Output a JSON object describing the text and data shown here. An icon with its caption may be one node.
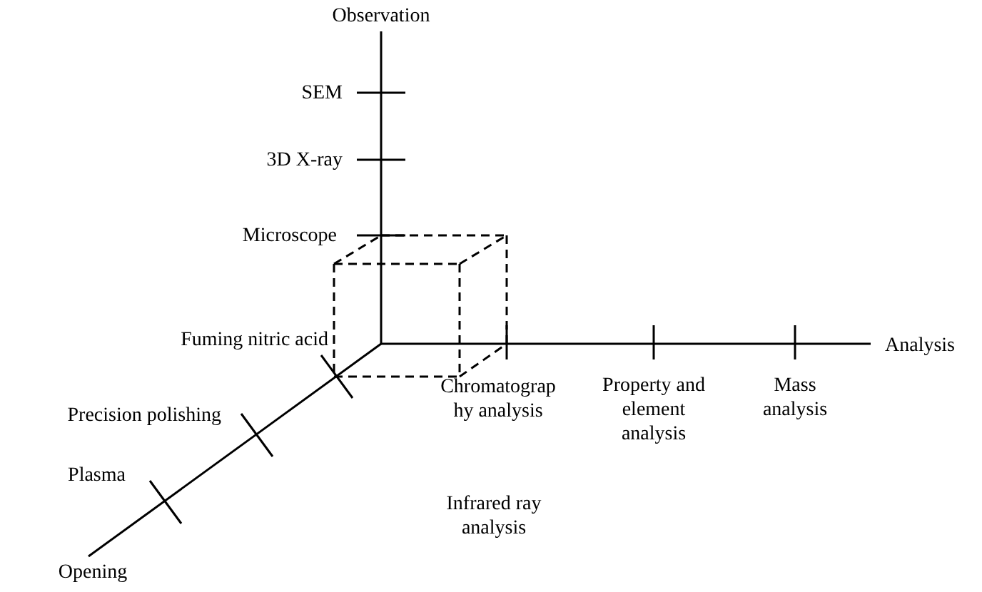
{
  "diagram": {
    "labels": [
      "Observation",
      "SEM",
      "3D X-ray",
      "Microscope",
      "Fuming nitric acid",
      "Analysis",
      "Precision polishing",
      "Chromatography analysis",
      "Property and element analysis",
      "Mass analysis",
      "Plasma",
      "Infrared ray analysis",
      "Opening"
    ]
  }
}
